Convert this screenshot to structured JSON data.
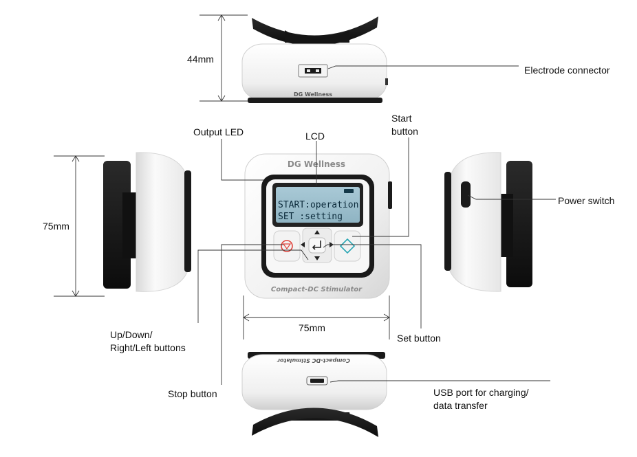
{
  "labels": {
    "electrode_connector": "Electrode connector",
    "output_led": "Output LED",
    "lcd": "LCD",
    "start_button_line1": "Start",
    "start_button_line2": "button",
    "power_switch": "Power switch",
    "up_down_line1": "Up/Down/",
    "up_down_line2": "Right/Left buttons",
    "set_button": "Set button",
    "stop_button": "Stop button",
    "usb_line1": "USB port for charging/",
    "usb_line2": "data transfer"
  },
  "dimensions": {
    "height": "44mm",
    "side_height": "75mm",
    "width": "75mm"
  },
  "device": {
    "brand": "DG Wellness",
    "model": "Compact-DC Stimulator",
    "lcd_line1": "START:operation",
    "lcd_line2": "SET  :setting"
  }
}
